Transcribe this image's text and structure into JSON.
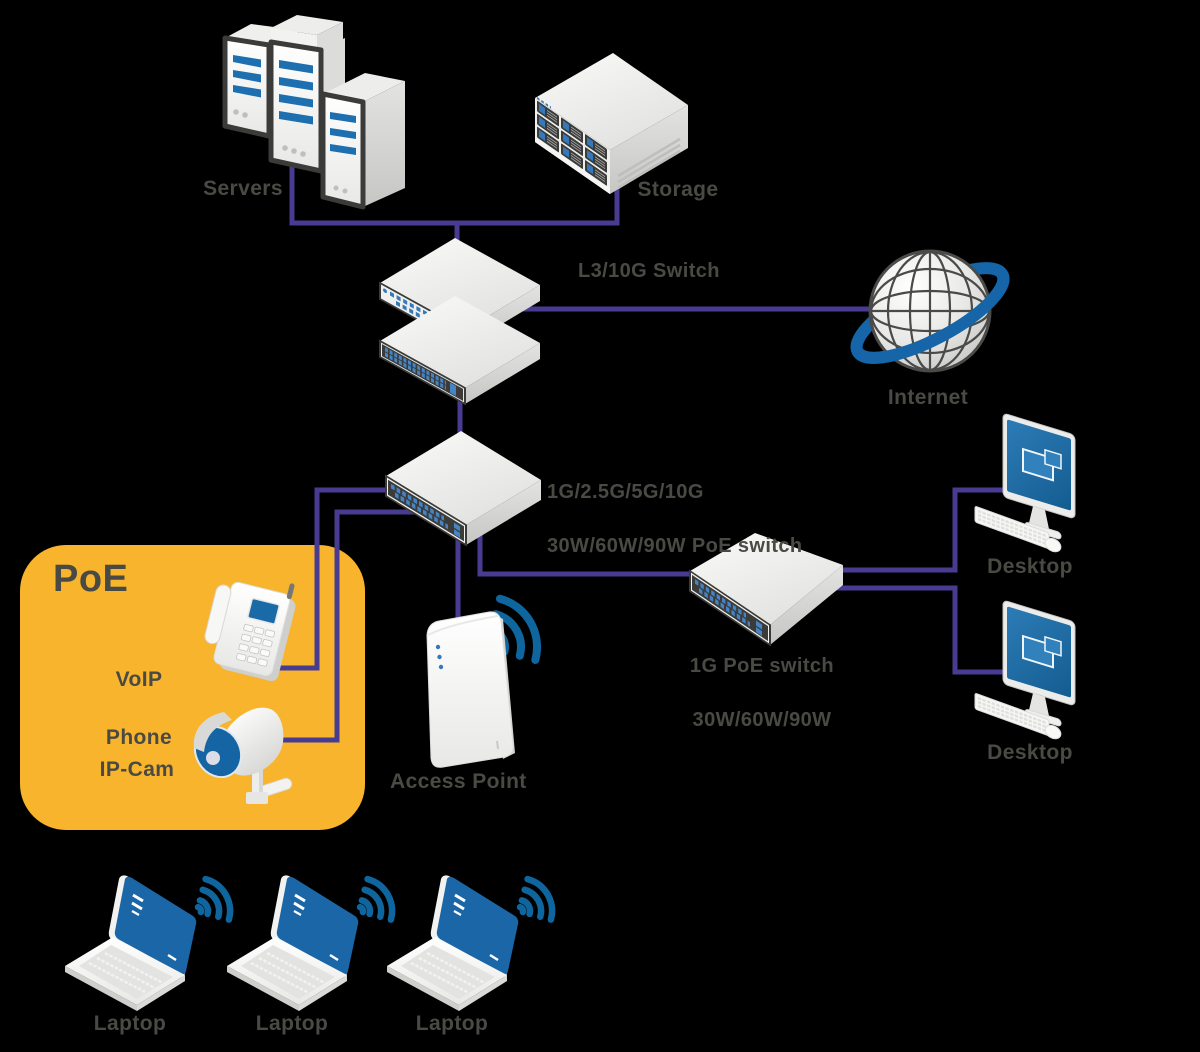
{
  "colors": {
    "connection_line": "#473c92",
    "poe_zone_fill": "#f7b42c",
    "device_blue": "#1a6aa8",
    "port_blue": "#4585c5",
    "wifi_blue": "#0f669e",
    "label_text": "#4a4a44"
  },
  "nodes": {
    "servers": {
      "label": "Servers"
    },
    "storage": {
      "label": "Storage"
    },
    "l3_switch": {
      "label": "L3/10G Switch"
    },
    "internet": {
      "label": "Internet"
    },
    "poe_switch_multi_gig": {
      "label_line1": "1G/2.5G/5G/10G",
      "label_line2": "30W/60W/90W PoE switch"
    },
    "poe_zone": {
      "label": "PoE"
    },
    "voip_phone": {
      "label_line1": "VoIP",
      "label_line2": "Phone"
    },
    "ip_cam": {
      "label": "IP-Cam"
    },
    "access_point": {
      "label": "Access Point"
    },
    "poe_switch_1g": {
      "label_line1": "1G PoE switch",
      "label_line2": "30W/60W/90W"
    },
    "desktop_top": {
      "label": "Desktop"
    },
    "desktop_bottom": {
      "label": "Desktop"
    },
    "laptop_1": {
      "label": "Laptop"
    },
    "laptop_2": {
      "label": "Laptop"
    },
    "laptop_3": {
      "label": "Laptop"
    }
  }
}
